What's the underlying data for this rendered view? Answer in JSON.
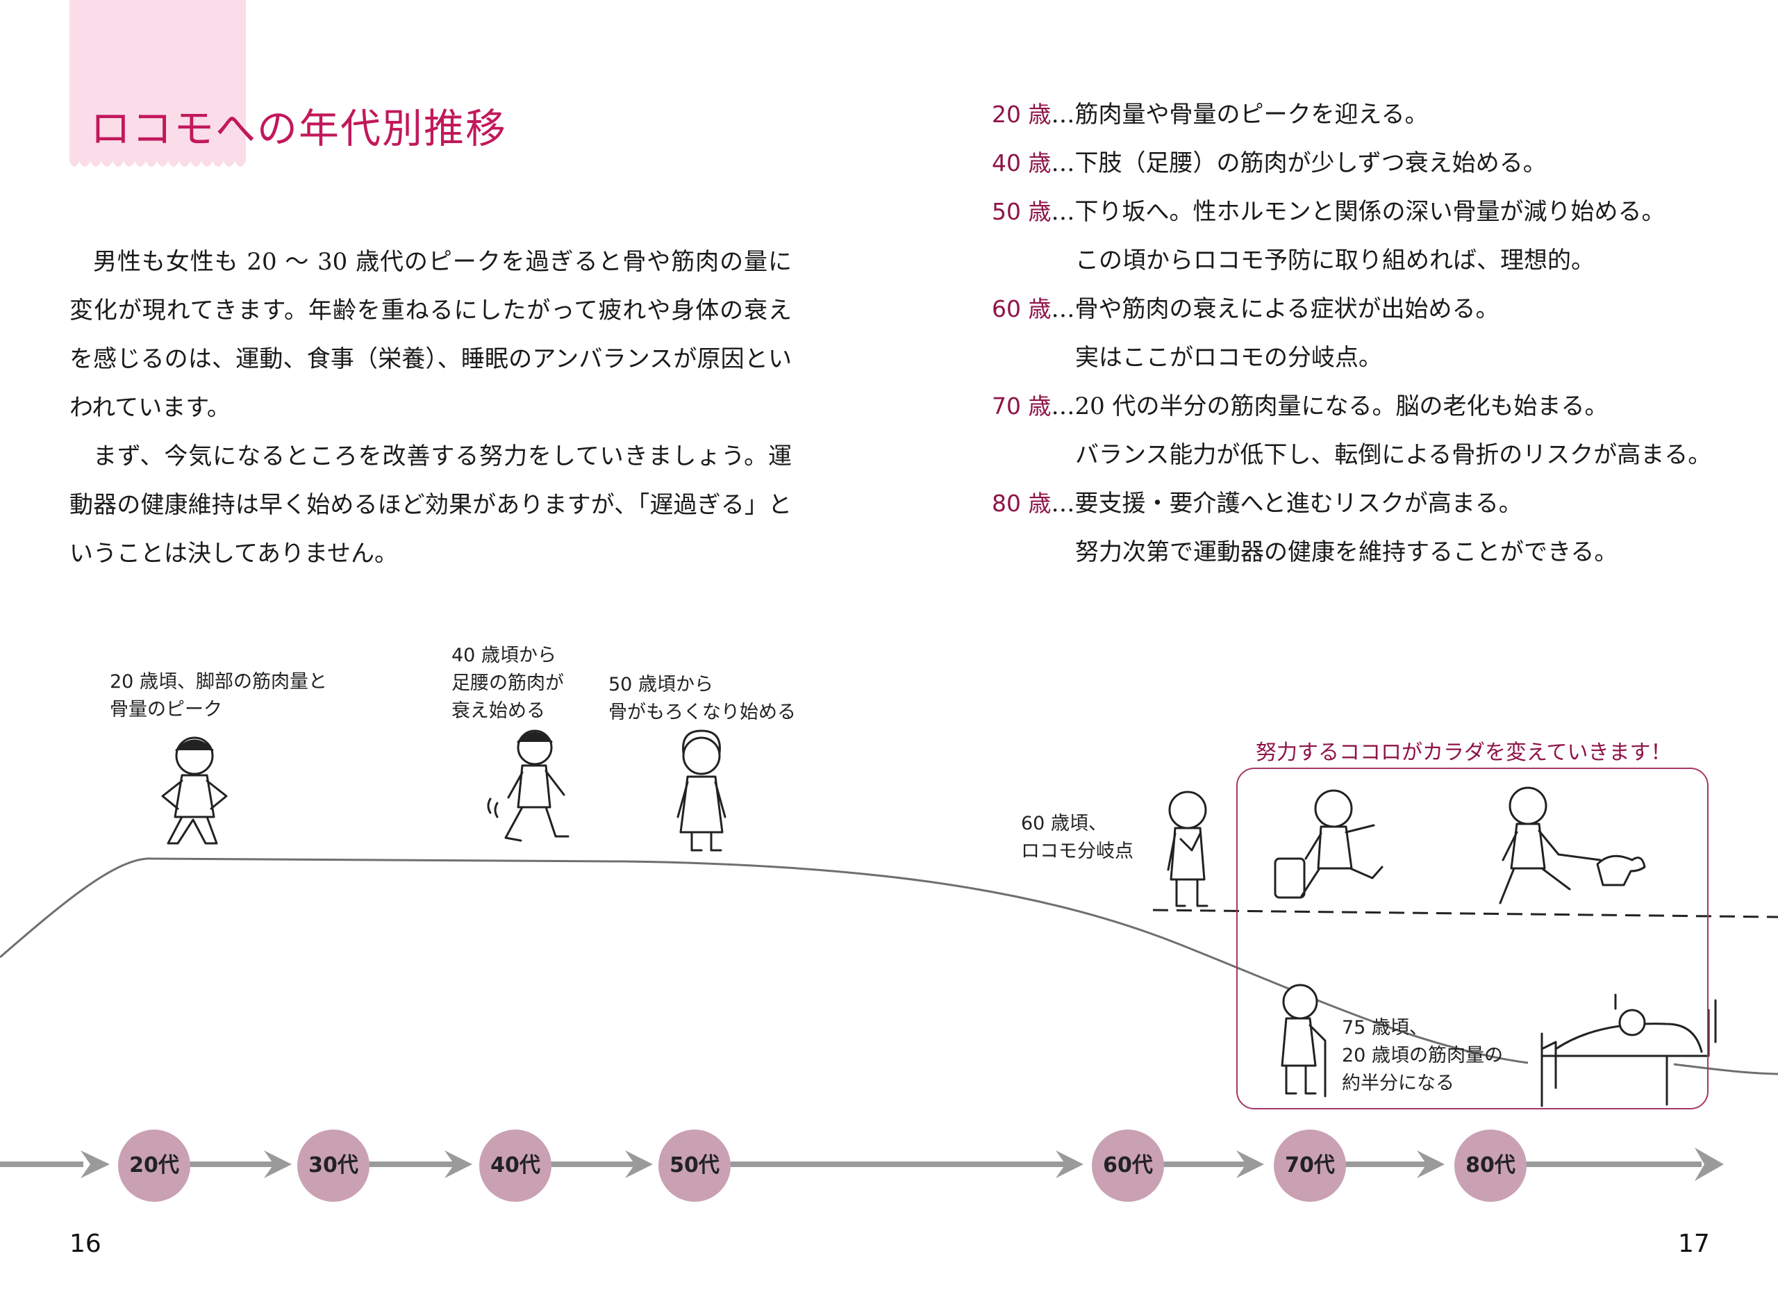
{
  "title": "ロコモへの年代別推移",
  "body": {
    "paragraphs": [
      "男性も女性も 20 ～ 30 歳代のピークを過ぎると骨や筋肉の量に変化が現れてきます。年齢を重ねるにしたがって疲れや身体の衰えを感じるのは、運動、食事（栄養）、睡眠のアンバランスが原因といわれています。",
      "まず、今気になるところを改善する努力をしていきましょう。運動器の健康維持は早く始めるほど効果がありますが、「遅過ぎる」ということは決してありません。"
    ]
  },
  "ages": [
    {
      "label": "20 歳",
      "lines": [
        "…筋肉量や骨量のピークを迎える。"
      ]
    },
    {
      "label": "40 歳",
      "lines": [
        "…下肢（足腰）の筋肉が少しずつ衰え始める。"
      ]
    },
    {
      "label": "50 歳",
      "lines": [
        "…下り坂へ。性ホルモンと関係の深い骨量が減り始める。",
        "この頃からロコモ予防に取り組めれば、理想的。"
      ]
    },
    {
      "label": "60 歳",
      "lines": [
        "…骨や筋肉の衰えによる症状が出始める。",
        "実はここがロコモの分岐点。"
      ]
    },
    {
      "label": "70 歳",
      "lines": [
        "…20 代の半分の筋肉量になる。脳の老化も始まる。",
        "バランス能力が低下し、転倒による骨折のリスクが高まる。"
      ]
    },
    {
      "label": "80 歳",
      "lines": [
        "…要支援・要介護へと進むリスクが高まる。",
        "努力次第で運動器の健康を維持することができる。"
      ]
    }
  ],
  "captions": {
    "c20": [
      "20 歳頃、脚部の筋肉量と",
      "骨量のピーク"
    ],
    "c40": [
      "40 歳頃から",
      "足腰の筋肉が",
      "衰え始める"
    ],
    "c50": [
      "50 歳頃から",
      "骨がもろくなり始める"
    ],
    "c60": [
      "60 歳頃、",
      "ロコモ分岐点"
    ],
    "c75": [
      "75 歳頃、",
      "20 歳頃の筋肉量の",
      "約半分になる"
    ]
  },
  "effort_title": "努力するココロがカラダを変えていきます！",
  "decades": [
    "20代",
    "30代",
    "40代",
    "50代",
    "60代",
    "70代",
    "80代"
  ],
  "page_numbers": {
    "left": "16",
    "right": "17"
  },
  "colors": {
    "accent": "#c2185b",
    "age_label": "#8e1446",
    "decade_circle": "#c9a1b3",
    "ribbon": "#fadde9"
  }
}
